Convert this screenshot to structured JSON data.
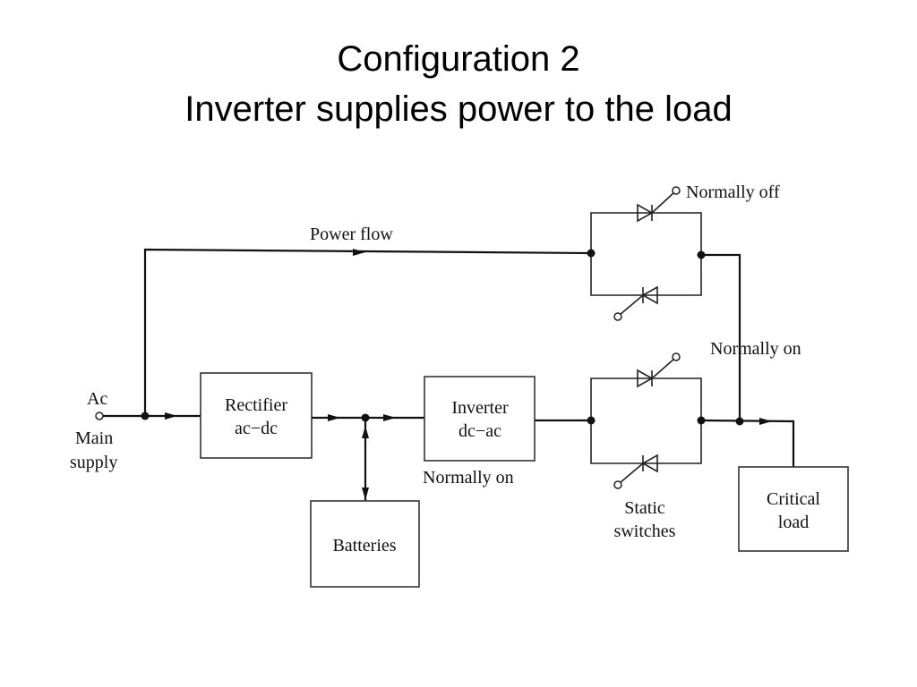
{
  "title": {
    "line1": "Configuration 2",
    "line2": "Inverter supplies power to the load"
  },
  "diagram": {
    "ac_label": "Ac",
    "main_supply_line1": "Main",
    "main_supply_line2": "supply",
    "power_flow_label": "Power flow",
    "rectifier_line1": "Rectifier",
    "rectifier_line2": "ac−dc",
    "batteries_label": "Batteries",
    "inverter_line1": "Inverter",
    "inverter_line2": "dc−ac",
    "inverter_note": "Normally on",
    "bypass_switch_note": "Normally off",
    "output_switch_note": "Normally on",
    "static_switches_line1": "Static",
    "static_switches_line2": "switches",
    "critical_load_line1": "Critical",
    "critical_load_line2": "load"
  }
}
